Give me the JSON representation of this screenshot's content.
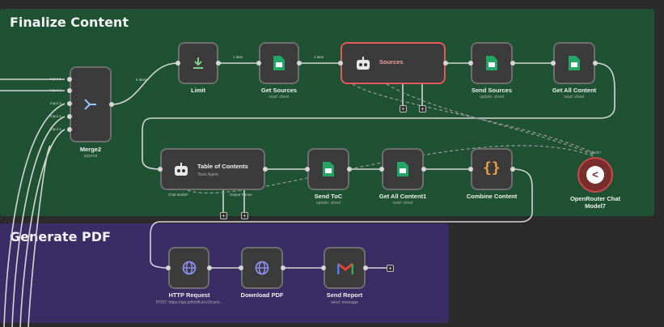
{
  "stickies": [
    {
      "title": "Finalize Content",
      "color": "#1e5233"
    },
    {
      "title": "Generate PDF",
      "color": "#3a2d66"
    }
  ],
  "nodes": {
    "merge": {
      "label": "Merge2",
      "sub": "append",
      "inputs": [
        "Input 1",
        "Input 2",
        "Input 3",
        "Input 4",
        "Input 5"
      ]
    },
    "limit": {
      "label": "Limit"
    },
    "get_sources": {
      "label": "Get Sources",
      "sub": "read: sheet"
    },
    "sources_agent": {
      "label": "Sources",
      "sub": ""
    },
    "send_sources": {
      "label": "Send Sources",
      "sub": "update: sheet"
    },
    "get_all_content": {
      "label": "Get All Content",
      "sub": "read: sheet"
    },
    "toc": {
      "label": "Table of Contents",
      "sub": "Tools Agent",
      "ports": [
        "Chat Model*",
        "Output Parser"
      ]
    },
    "send_toc": {
      "label": "Send ToC",
      "sub": "update: sheet"
    },
    "get_all_content1": {
      "label": "Get All Content1",
      "sub": "read: sheet"
    },
    "combine": {
      "label": "Combine Content"
    },
    "openrouter": {
      "label": "OpenRouter Chat Model7",
      "sub": "Model"
    },
    "http": {
      "label": "HTTP Request",
      "sub": "POST: https://api.pdfshift.io/v3/conv..."
    },
    "download": {
      "label": "Download PDF"
    },
    "send_report": {
      "label": "Send Report",
      "sub": "send: message"
    }
  },
  "edge_labels": {
    "merge_to_limit": "5 items",
    "limit_to_sources": "1 item",
    "sources_to_agent": "1 item"
  },
  "icons": {
    "merge": "merge-arrows-icon",
    "limit": "limit-download-icon",
    "sheet": "google-sheets-icon",
    "agent": "robot-icon",
    "combine": "curly-braces-icon",
    "openrouter": "openrouter-icon",
    "http": "globe-icon",
    "gmail": "gmail-icon"
  }
}
